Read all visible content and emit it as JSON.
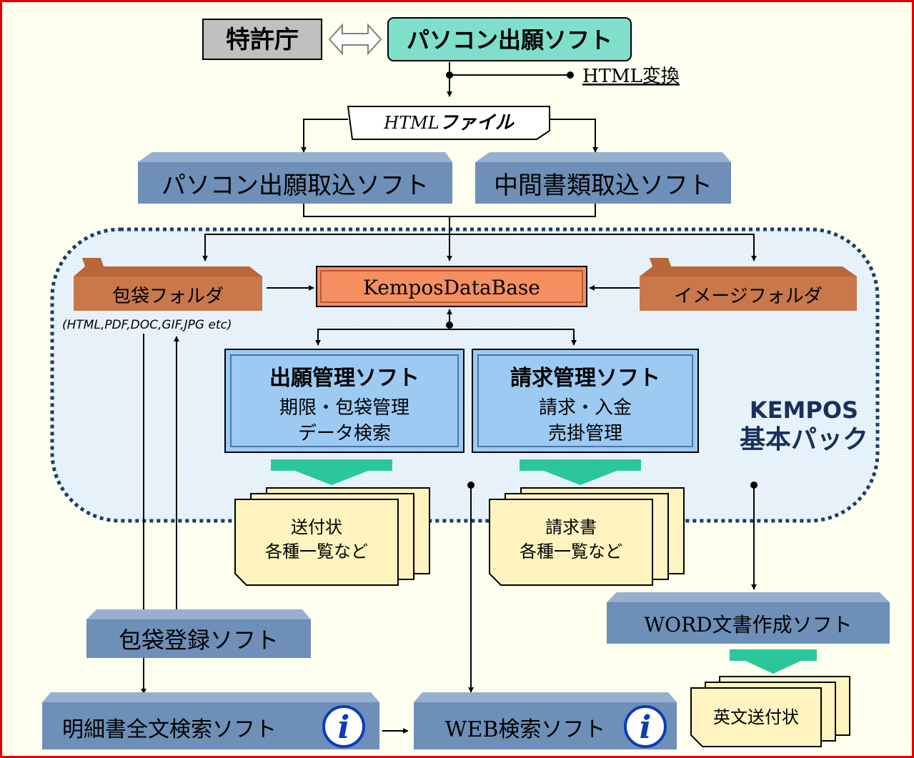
{
  "colors": {
    "frame": "#e00000",
    "background": "#fffff0",
    "module_fill": "#6d8fb8",
    "module_top": "#97b0cf",
    "kempos_region": "#e7f2fb",
    "kempos_border": "#1c3c6c",
    "folder_fill": "#c8784a",
    "database_fill": "#f58f60",
    "software_box": "#9ccaf2",
    "document_fill": "#fff4c0",
    "arrow_fill": "#2bc79a",
    "top_software_fill": "#7ee0cb",
    "patent_office_fill": "#c0c0c0"
  },
  "nodes": {
    "patent_office": "特許庁",
    "pc_filing_software": "パソコン出願ソフト",
    "html_conversion": "HTML変換",
    "html_file": {
      "prefix": "HTML",
      "suffix": "ファイル"
    },
    "pc_filing_import": "パソコン出願取込ソフト",
    "intermediate_import": "中間書類取込ソフト",
    "wrapper_folder": "包袋フォルダ",
    "wrapper_folder_formats": "(HTML,PDF,DOC,GIF,JPG etc)",
    "database": "KemposDataBase",
    "image_folder": "イメージフォルダ",
    "filing_mgmt": {
      "title": "出願管理ソフト",
      "line1": "期限・包袋管理",
      "line2": "データ検索"
    },
    "billing_mgmt": {
      "title": "請求管理ソフト",
      "line1": "請求・入金",
      "line2": "売掛管理"
    },
    "kempos_pack": {
      "line1": "KEMPOS",
      "line2": "基本パック"
    },
    "doc_filing": {
      "line1": "送付状",
      "line2": "各種一覧など"
    },
    "doc_billing": {
      "line1": "請求書",
      "line2": "各種一覧など"
    },
    "wrapper_register": "包袋登録ソフト",
    "word_doc_software": "WORD文書作成ソフト",
    "english_cover": "英文送付状",
    "fulltext_search": "明細書全文検索ソフト",
    "web_search": "WEB検索ソフト",
    "info_icon_glyph": "i"
  }
}
